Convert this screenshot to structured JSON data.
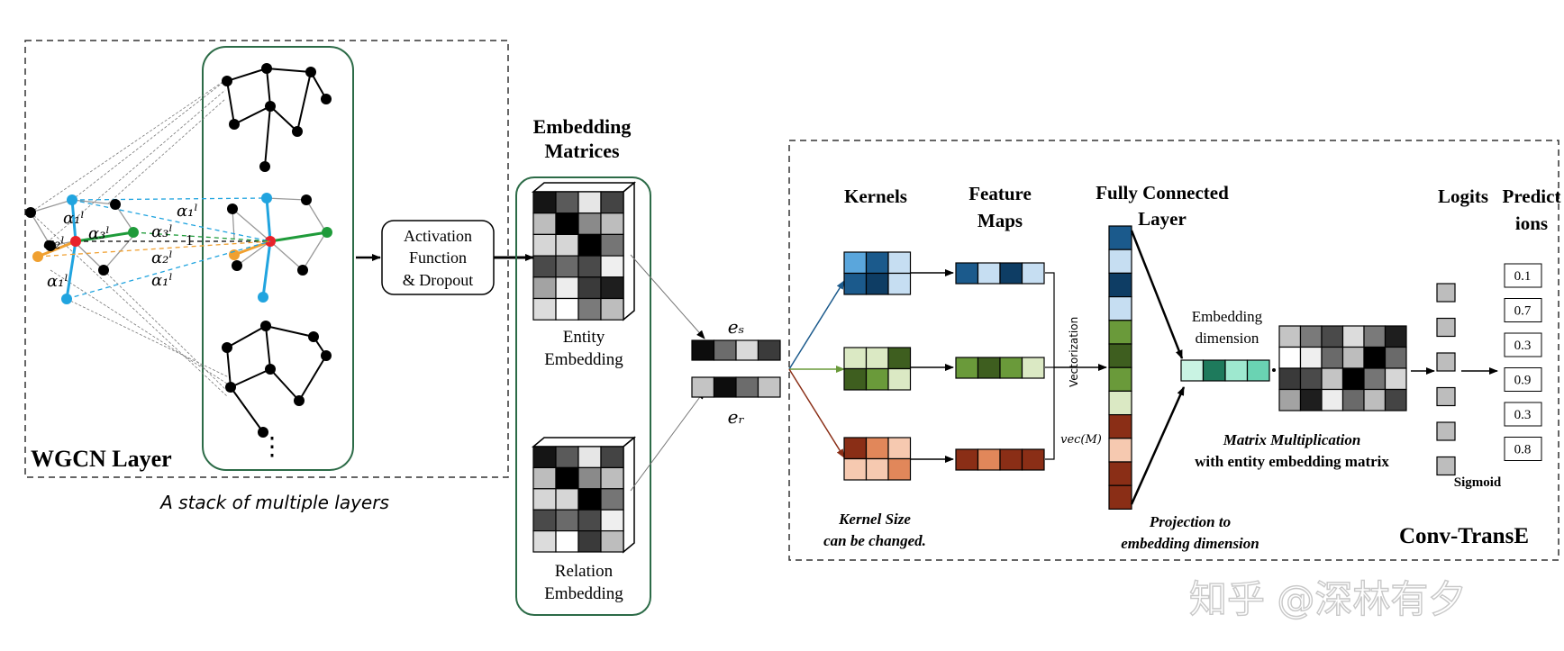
{
  "wgcn": {
    "layer_label": "WGCN Layer",
    "caption": "A stack of multiple layers",
    "ellipsis": "⋮",
    "alpha_left": [
      "α₁ˡ",
      "α₃ˡ",
      "α₂ˡ",
      "α₁ˡ"
    ],
    "alpha_mid": [
      "α₁ˡ",
      "α₃ˡ",
      "α₂ˡ",
      "α₁ˡ"
    ],
    "one_label": "1"
  },
  "activation": {
    "line1": "Activation",
    "line2": "Function",
    "line3": "& Dropout"
  },
  "embedding": {
    "title_line1": "Embedding",
    "title_line2": "Matrices",
    "entity_line1": "Entity",
    "entity_line2": "Embedding",
    "relation_line1": "Relation",
    "relation_line2": "Embedding",
    "es_label": "eₛ",
    "er_label": "eᵣ"
  },
  "conv": {
    "kernels_label": "Kernels",
    "feature_line1": "Feature",
    "feature_line2": "Maps",
    "fc_line1": "Fully Connected",
    "fc_line2": "Layer",
    "vectorization": "Vectorization",
    "vecm": "vec(M)",
    "emb_dim_line1": "Embedding",
    "emb_dim_line2": "dimension",
    "matmul_line1": "Matrix Multiplication",
    "matmul_line2": "with entity embedding matrix",
    "logits": "Logits",
    "pred_line1": "Predict",
    "pred_line2": "ions",
    "sigmoid": "Sigmoid",
    "kernel_size_line1": "Kernel Size",
    "kernel_size_line2": "can be changed.",
    "projection_line1": "Projection to",
    "projection_line2": "embedding dimension",
    "title": "Conv-TransE",
    "predictions": [
      "0.1",
      "0.7",
      "0.3",
      "0.9",
      "0.3",
      "0.8"
    ]
  },
  "watermark": "知乎 @深林有夕",
  "colors": {
    "blue_dark": "#0e3d64",
    "blue_mid": "#1b5a8c",
    "blue_light": "#c6def2",
    "blue_bright": "#5aa6dc",
    "green_dark": "#3e5e1f",
    "green_mid": "#6a9a3a",
    "green_light": "#dbe9c4",
    "brown_dark": "#8a2e16",
    "brown_mid": "#e1875a",
    "brown_light": "#f6c9b0",
    "teal": "#1e7a5c",
    "teal_light": "#c9f3e3",
    "node_red": "#e8222a",
    "node_green": "#1f9b3a",
    "node_orange": "#f0a030",
    "node_blue": "#21a4df",
    "frame_green": "#2c6b47"
  }
}
